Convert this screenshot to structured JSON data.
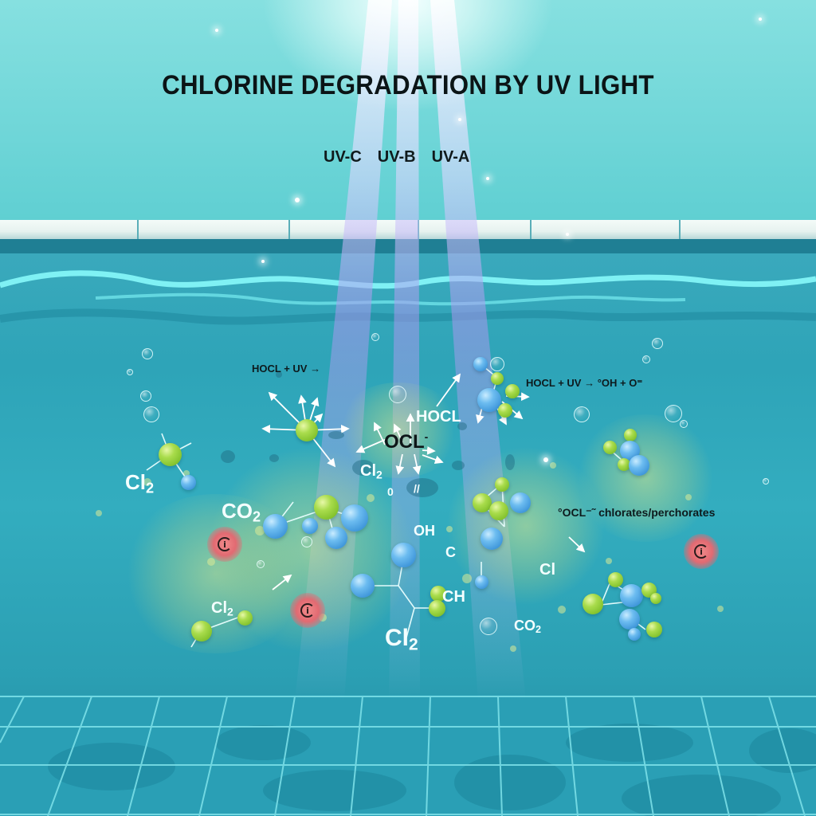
{
  "title": "CHLORINE DEGRADATION BY UV LIGHT",
  "uv_bands": [
    {
      "label": "UV-C",
      "color": "#b7a9f0"
    },
    {
      "label": "UV-B",
      "color": "#a99ff0"
    },
    {
      "label": "UV-A",
      "color": "#b6a5ee"
    }
  ],
  "equations": {
    "left": "HOCL + UV →",
    "right": "HOCL + UV → °OH + O⁼",
    "byproducts": "°OCL⁻˜ chlorates/perchorates"
  },
  "chemical_labels": {
    "hocl": "HOCL",
    "ocl": "OCL",
    "ocl_charge": "-",
    "cl2_left": "Cl",
    "cl2_mid": "Cl",
    "cl2_low": "Cl",
    "cl2_bottom": "Cl",
    "subscript_2": "2",
    "co2_left": "CO",
    "co2_right": "CO",
    "oh": "OH",
    "c": "C",
    "ch": "CH",
    "cl": "Cl",
    "zero": "0",
    "double_bar": "//"
  },
  "colors": {
    "sky": "#7fdcdc",
    "water": "#2ea4b8",
    "coping": "#eef7f4",
    "chlorine_atom": "#a9dc4c",
    "oxygen_atom": "#4ba3e3",
    "warning": "#e26a72",
    "title_text": "#0b1416"
  },
  "warning_icon_glyph": "i"
}
